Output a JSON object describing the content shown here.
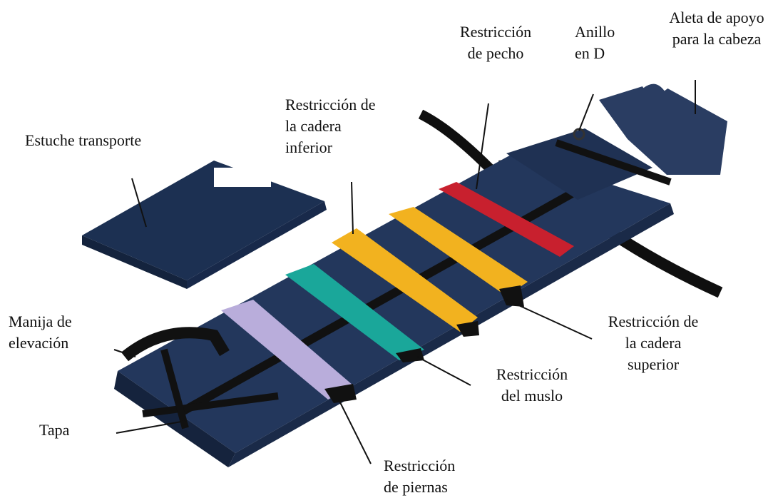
{
  "labels": {
    "estuche": "Estuche transporte",
    "cadera_inferior": [
      "Restricción de",
      "la cadera",
      "inferior"
    ],
    "pecho": [
      "Restricción",
      "de pecho"
    ],
    "anillo": [
      "Anillo",
      "en D"
    ],
    "aleta": [
      "Aleta de apoyo",
      "para la cabeza"
    ],
    "manija": [
      "Manija de",
      "elevación"
    ],
    "tapa": "Tapa",
    "piernas": [
      "Restricción",
      "de piernas"
    ],
    "muslo": [
      "Restricción",
      "del muslo"
    ],
    "cadera_superior": [
      "Restricción de",
      "la cadera",
      "superior"
    ]
  },
  "colors": {
    "board": "#23375c",
    "board_dark": "#15233d",
    "webbing": "#111111",
    "strap_red": "#c8202e",
    "strap_yellow": "#f2b21f",
    "strap_teal": "#1aa79a",
    "strap_lavender": "#b9addb",
    "callout": "#111111"
  }
}
